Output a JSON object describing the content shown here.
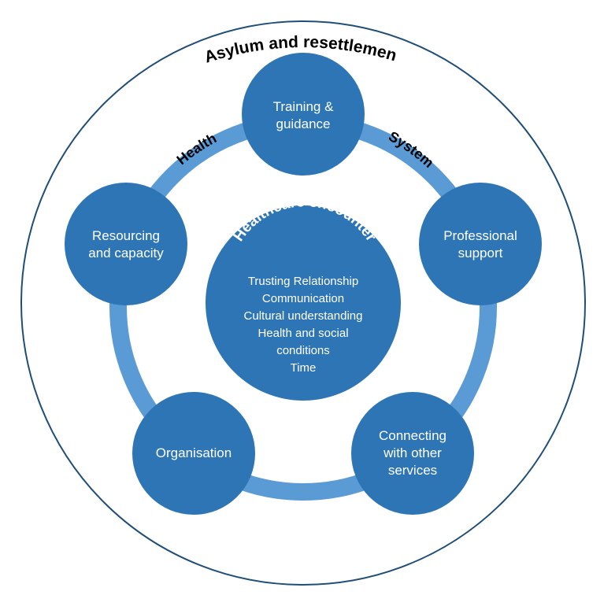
{
  "colors": {
    "node_fill": "#2E75B6",
    "ring_stroke": "#5B9BD5",
    "outer_circle_stroke": "#1F4E79",
    "text_on_node": "#FFFFFF",
    "label_text": "#000000"
  },
  "outer_label": "Asylum and resettlement",
  "ring_labels": {
    "left": "Health",
    "right": "System"
  },
  "center": {
    "title": "Healthcare encounter",
    "items": [
      "Trusting Relationship",
      "Communication",
      "Cultural understanding",
      "Health and social",
      "conditions",
      "Time"
    ]
  },
  "nodes": {
    "top": [
      "Training &",
      "guidance"
    ],
    "right": [
      "Professional",
      "support"
    ],
    "bottom_right": [
      "Connecting",
      "with other",
      "services"
    ],
    "bottom_left": [
      "Organisation"
    ],
    "left": [
      "Resourcing",
      "and capacity"
    ]
  }
}
